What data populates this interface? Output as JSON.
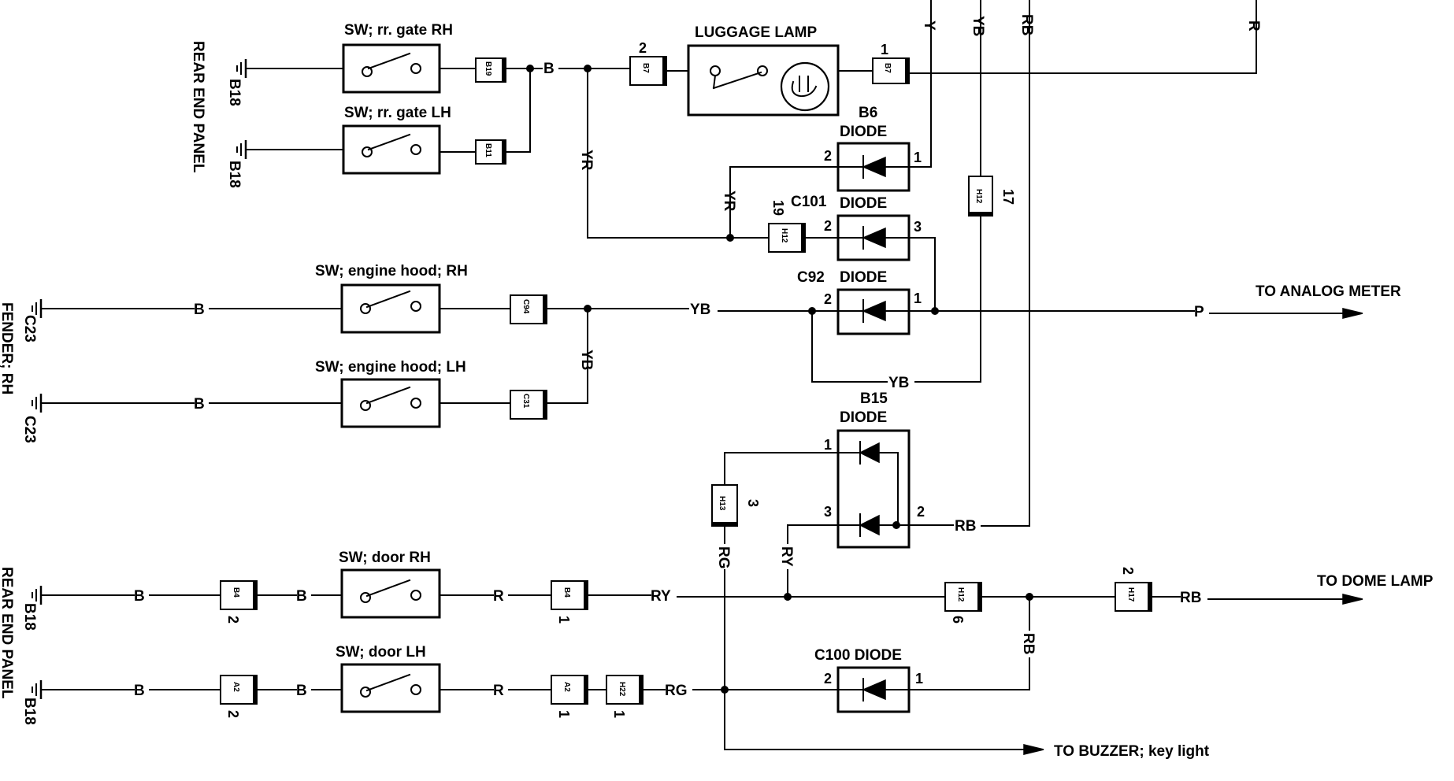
{
  "labels": {
    "rear_end_panel_top": "REAR END PANEL",
    "rear_end_panel_bottom": "REAR END PANEL",
    "fender_rh": "FENDER; RH",
    "b18": "B18",
    "c23": "C23",
    "sw_rr_gate_rh": "SW; rr. gate RH",
    "sw_rr_gate_lh": "SW; rr. gate LH",
    "luggage_lamp": "LUGGAGE LAMP",
    "sw_engine_hood_rh": "SW; engine hood; RH",
    "sw_engine_hood_lh": "SW; engine hood; LH",
    "sw_door_rh": "SW; door RH",
    "sw_door_lh": "SW; door LH",
    "b6": "B6",
    "diode": "DIODE",
    "c101": "C101",
    "c92": "C92",
    "b15": "B15",
    "c100_diode": "C100 DIODE",
    "to_analog_meter": "TO ANALOG METER",
    "to_dome_lamp": "TO DOME LAMP",
    "to_buzzer": "TO BUZZER; key light"
  },
  "wires": {
    "b": "B",
    "y": "Y",
    "yb": "YB",
    "rb": "RB",
    "r": "R",
    "yr": "YR",
    "p": "P",
    "ry": "RY",
    "rg": "RG"
  },
  "connectors": {
    "b19": "B19",
    "b11": "B11",
    "b7": "B7",
    "c94": "C94",
    "c31": "C31",
    "h12": "H12",
    "h13": "H13",
    "h17": "H17",
    "h22": "H22",
    "b4": "B4",
    "a2": "A2"
  },
  "pins": {
    "p1": "1",
    "p2": "2",
    "p3": "3",
    "p6": "6",
    "p17": "17",
    "p19": "19"
  }
}
